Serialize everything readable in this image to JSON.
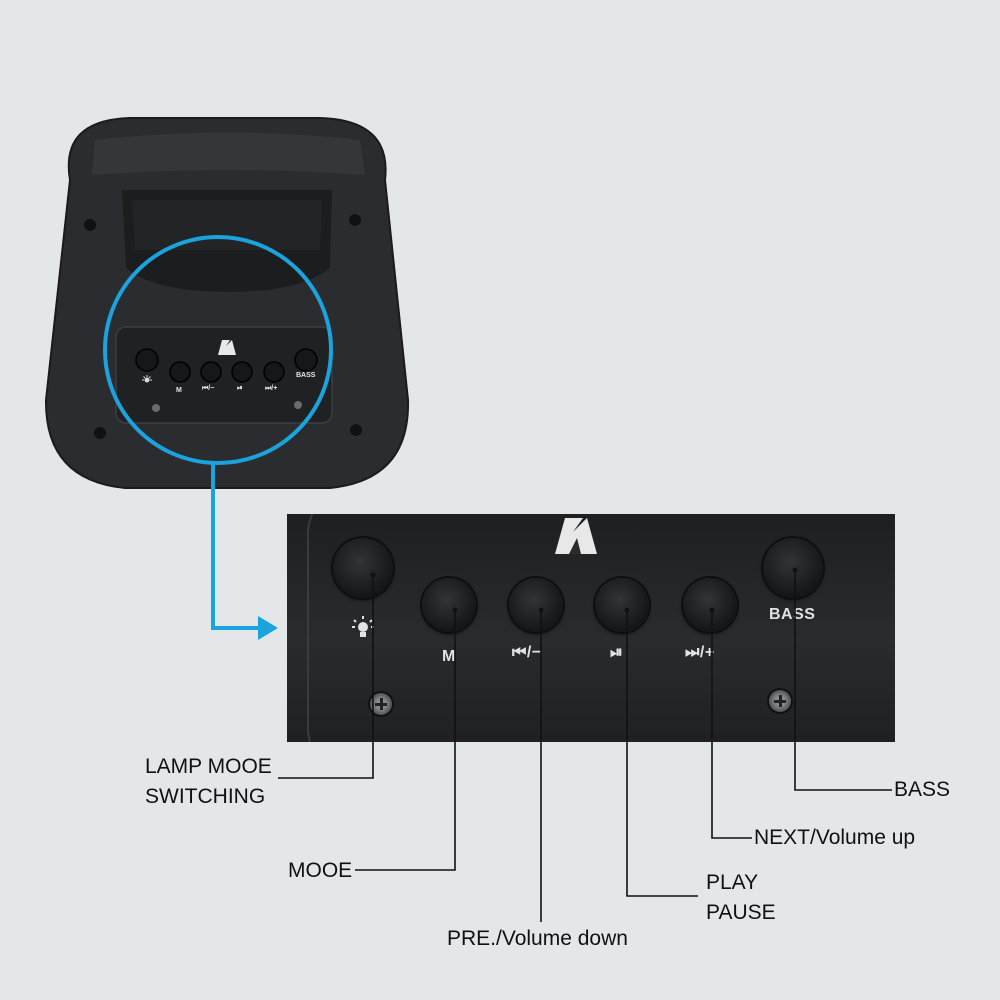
{
  "speaker_panel": {
    "mini_labels": {
      "m": "M",
      "prev": "⏮/−",
      "play": "⏯",
      "next": "⏭/+",
      "bass": "BASS"
    }
  },
  "zoom_panel": {
    "labels": {
      "m": "M",
      "prev": "⏮/−",
      "play": "⏯",
      "next": "⏭/+",
      "bass": "BASS"
    }
  },
  "callouts": {
    "lamp_line1": "LAMP MOOE",
    "lamp_line2": "SWITCHING",
    "mode": "MOOE",
    "prev": "PRE./Volume down",
    "play_line1": "PLAY",
    "play_line2": "PAUSE",
    "next": "NEXT/Volume up",
    "bass": "BASS"
  },
  "colors": {
    "background": "#e4e7ea",
    "accent_cyan": "#1aa3dc",
    "speaker_body": "#2a2b2e",
    "leader_line": "#111111"
  },
  "icons": [
    "lamp-icon",
    "brand-logo-icon",
    "screw-icon",
    "arrow-right-icon"
  ]
}
